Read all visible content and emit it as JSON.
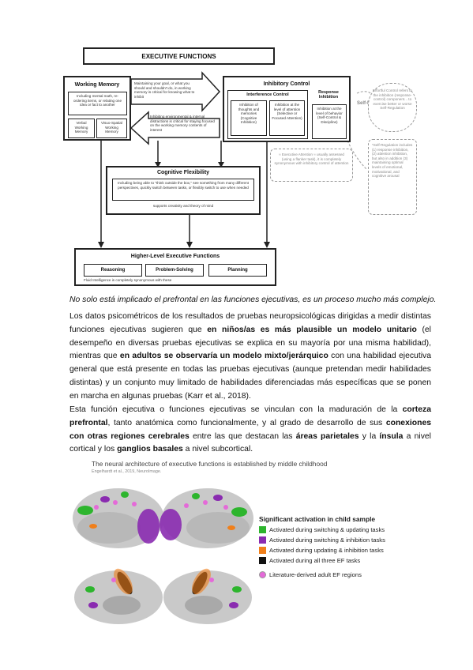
{
  "diagram": {
    "title": "EXECUTIVE FUNCTIONS",
    "working_memory": {
      "title": "Working Memory",
      "desc": "Including mental math, re-ordering items, or relating one idea or fact to another",
      "verbal": "Verbal Working Memory",
      "visuo": "Visuo-Spatial Working Memory"
    },
    "arrow_top": "Maintaining your goal, or what you should and shouldn't do, in working memory is critical for knowing what to inhibit",
    "arrow_bottom": "Inhibiting environmental & internal distractions is critical for staying focused on the working memory contents of interest",
    "inhibitory": {
      "title": "Inhibitory Control",
      "interference_title": "Interference Control",
      "cognitive": "Inhibition of thoughts and memories (Cognitive Inhibition)",
      "attention": "Inhibition at the level of attention (Selective or Focused Attention)",
      "response_title": "Response Inhibition",
      "behavior": "Inhibition at the level of behavior (Self-Control & Discipline)"
    },
    "self_regulation": "Self-Regulation",
    "effortful": "Effortful Control refers to the inhibition (response-control) component... to exercise better or worse Self-Regulation",
    "exec_attention": "≈ Executive Attention ≈ usually assessed (using a flanker task), it is completely synonymous with inhibitory control of attention",
    "self_reg_note": "*Self-Regulation includes (1) response inhibition, (2) attention inhibition, but also in addition (3) maintaining optimal levels of emotional, motivational, and cognitive arousal",
    "flexibility": {
      "title": "Cognitive Flexibility",
      "desc": "Including being able to \"think outside the box,\" see something from many different perspectives, quickly switch between tasks, or flexibly switch to use when needed",
      "support": "supports creativity and theory of mind"
    },
    "higher": {
      "title": "Higher-Level Executive Functions",
      "reasoning": "Reasoning",
      "problem": "Problem-Solving",
      "planning": "Planning",
      "fluid": "Fluid Intelligence is completely synonymous with these"
    }
  },
  "caption": "No solo está implicado el prefrontal en las funciones ejecutivas, es un proceso mucho más complejo.",
  "para1": {
    "a": "Los datos psicométricos de los resultados de pruebas neuropsicológicas dirigidas a medir distintas funciones ejecutivas sugieren que ",
    "b": "en niños/as es más plausible un modelo unitario",
    "c": " (el desempeño en diversas pruebas ejecutivas se explica en su mayoría por una misma habilidad), mientras que ",
    "d": "en adultos se observaría un modelo mixto/jerárquico",
    "e": " con una habilidad ejecutiva general que está presente en todas las pruebas ejecutivas (aunque pretendan medir habilidades distintas) y un conjunto muy limitado de habilidades diferenciadas más específicas que se ponen en marcha en algunas pruebas (Karr et al., 2018)."
  },
  "para2": {
    "a": "Esta función ejecutiva o funciones ejecutivas se vinculan con la maduración de la ",
    "b": "corteza prefrontal",
    "c": ", tanto anatómica como funcionalmente, y al grado de desarrollo de sus ",
    "d": "conexiones con otras regiones cerebrales",
    "e": " entre las que destacan las ",
    "f": "áreas parietales",
    "g": " y la ",
    "h": "ínsula",
    "i": " a nivel cortical y los ",
    "j": "ganglios basales",
    "k": " a nivel subcortical."
  },
  "figure": {
    "title": "The neural architecture of executive functions is established by middle childhood",
    "source": "Engelhardt et al., 2019, NeuroImage.",
    "legend_title": "Significant activation in child sample",
    "legend": [
      {
        "label": "Activated during switching & updating tasks",
        "color": "#2db52d"
      },
      {
        "label": "Activated during switching & inhibition tasks",
        "color": "#8a2bb0"
      },
      {
        "label": "Activated during updating & inhibition tasks",
        "color": "#f07f1a"
      },
      {
        "label": "Activated during all three EF tasks",
        "color": "#111111"
      }
    ],
    "adult_label": "Literature-derived adult EF regions",
    "adult_color": "#e46ad8"
  }
}
